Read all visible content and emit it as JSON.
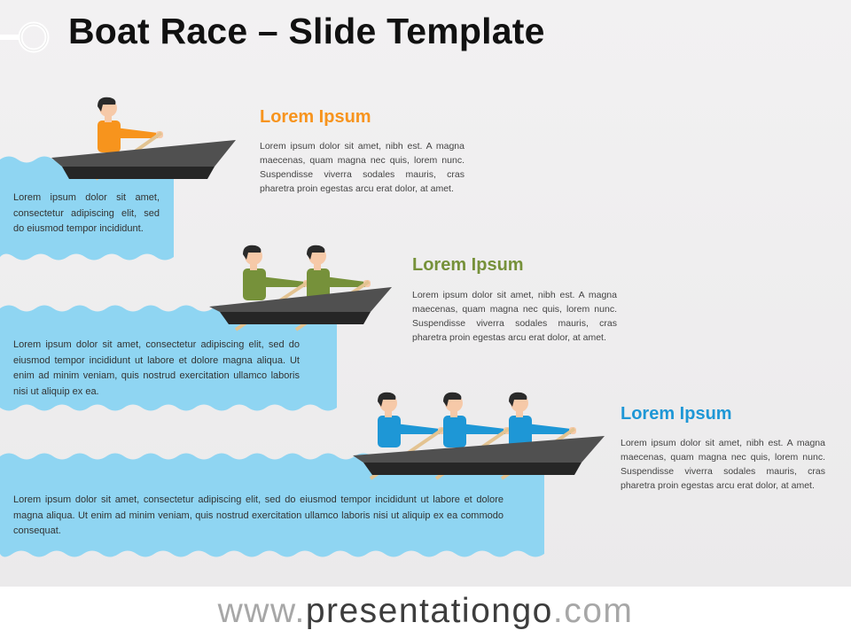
{
  "slide": {
    "title": "Boat Race – Slide Template"
  },
  "colors": {
    "water": "#8fd5f2",
    "boat_hull": "#505050",
    "boat_bottom": "#262626",
    "oar": "#e3c391",
    "skin": "#f6c9a8",
    "hair": "#2a2a2a",
    "orange": "#f7941d",
    "green": "#76913a",
    "blue": "#1e97d6"
  },
  "stages": [
    {
      "heading": "Lorem Ipsum",
      "heading_color": "#f7941d",
      "description": "Lorem ipsum dolor sit amet, nibh est. A magna maecenas, quam magna nec quis, lorem nunc. Suspendisse viverra sodales mauris, cras pharetra proin egestas arcu erat dolor, at amet.",
      "water_text": "Lorem ipsum dolor sit amet, consectetur adipiscing elit, sed do eiusmod tempor incididunt.",
      "rowers": 1,
      "rower_color": "orange"
    },
    {
      "heading": "Lorem Ipsum",
      "heading_color": "#76913a",
      "description": "Lorem ipsum dolor sit amet, nibh est. A magna maecenas, quam magna nec quis, lorem nunc. Suspendisse viverra sodales mauris, cras pharetra proin egestas arcu erat dolor, at amet.",
      "water_text": "Lorem ipsum dolor sit amet, consectetur adipiscing elit, sed do eiusmod tempor incididunt ut labore et dolore magna aliqua. Ut enim ad minim veniam, quis nostrud exercitation ullamco laboris nisi ut aliquip ex ea.",
      "rowers": 2,
      "rower_color": "green"
    },
    {
      "heading": "Lorem Ipsum",
      "heading_color": "#1e97d6",
      "description": "Lorem ipsum dolor sit amet, nibh est. A magna maecenas, quam magna nec quis, lorem nunc. Suspendisse viverra sodales mauris, cras pharetra proin egestas arcu erat dolor, at amet.",
      "water_text": "Lorem ipsum dolor sit amet, consectetur adipiscing elit, sed do eiusmod tempor incididunt ut labore et dolore magna aliqua. Ut enim ad minim veniam, quis nostrud exercitation ullamco laboris nisi ut aliquip ex ea commodo consequat.",
      "rowers": 3,
      "rower_color": "blue"
    }
  ],
  "footer": {
    "prefix": "www.",
    "brand": "presentationgo",
    "suffix": ".com"
  }
}
